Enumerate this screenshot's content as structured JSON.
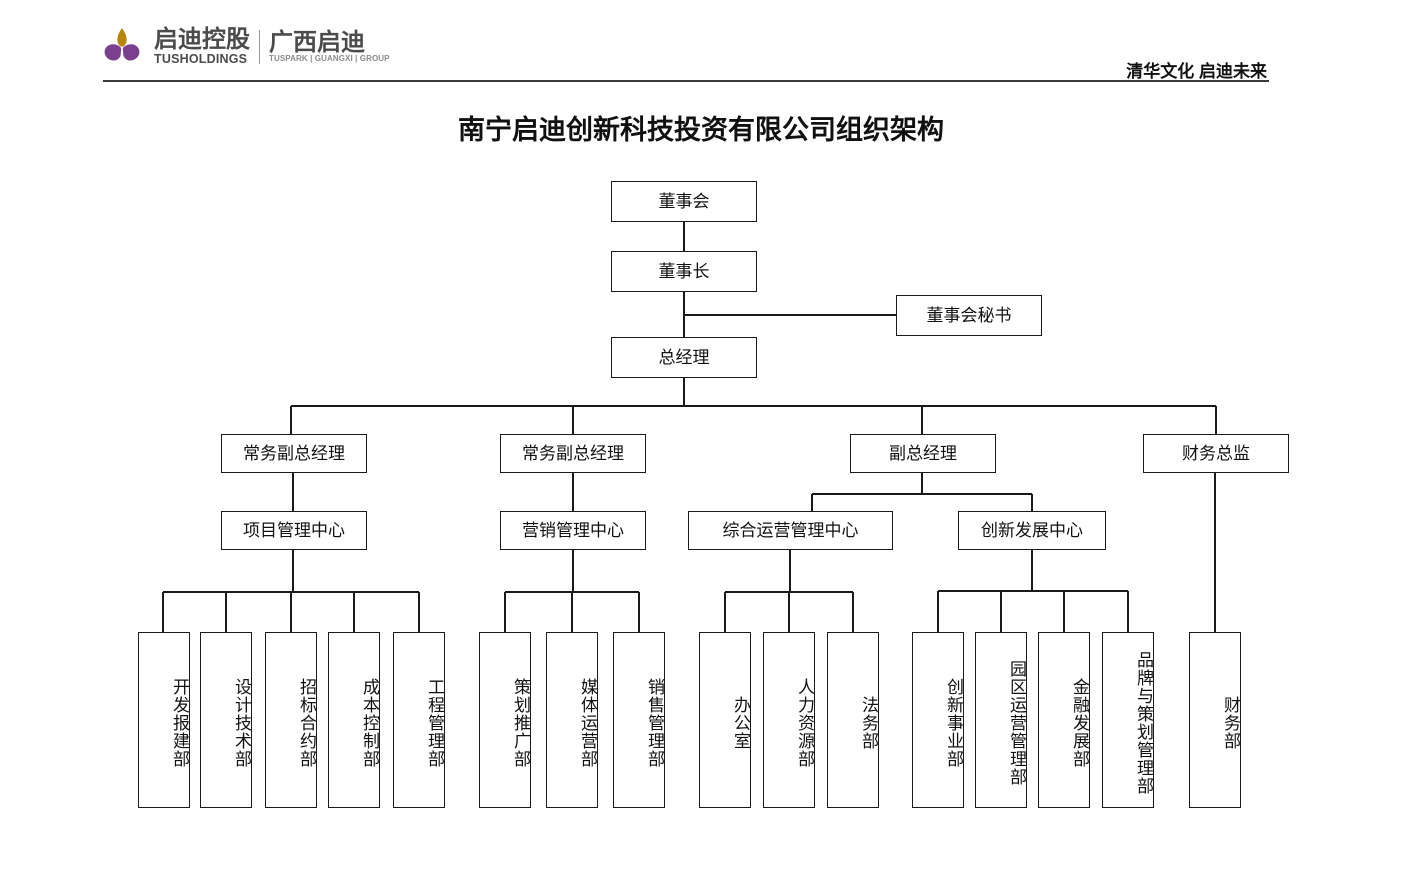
{
  "header": {
    "logo": {
      "mark_icon": "tusholdings-flower-logo",
      "cn_primary": "启迪控股",
      "en_primary": "TUSHOLDINGS",
      "cn_secondary": "广西启迪",
      "en_secondary": "TUSPARK | GUANGXI | GROUP",
      "colors": {
        "petal_purple": "#7b3f8f",
        "petal_gold": "#b8860b",
        "text_gray": "#4b4b4b"
      }
    },
    "slogan": "清华文化  启迪未来"
  },
  "title": "南宁启迪创新科技投资有限公司组织架构",
  "chart_data": {
    "type": "diagram",
    "title": "南宁启迪创新科技投资有限公司组织架构",
    "orientation": "top-down",
    "nodes": {
      "board": "董事会",
      "chairman": "董事长",
      "board_secretary": "董事会秘书",
      "general_manager": "总经理",
      "exec_vp_1": "常务副总经理",
      "exec_vp_2": "常务副总经理",
      "vice_gm": "副总经理",
      "cfo": "财务总监",
      "center_project": "项目管理中心",
      "center_marketing": "营销管理中心",
      "center_operations": "综合运营管理中心",
      "center_innovation": "创新发展中心",
      "dept_development": "开发报建部",
      "dept_design": "设计技术部",
      "dept_tender": "招标合约部",
      "dept_cost": "成本控制部",
      "dept_engineering": "工程管理部",
      "dept_planning_promo": "策划推广部",
      "dept_media": "媒体运营部",
      "dept_sales": "销售管理部",
      "dept_office": "办公室",
      "dept_hr": "人力资源部",
      "dept_legal": "法务部",
      "dept_innovation_biz": "创新事业部",
      "dept_park_ops": "园区运营管理部",
      "dept_finance_dev": "金融发展部",
      "dept_brand": "品牌与策划管理部",
      "dept_finance": "财务部"
    },
    "edges": [
      [
        "board",
        "chairman"
      ],
      [
        "chairman",
        "general_manager"
      ],
      [
        "chairman",
        "board_secretary"
      ],
      [
        "general_manager",
        "exec_vp_1"
      ],
      [
        "general_manager",
        "exec_vp_2"
      ],
      [
        "general_manager",
        "vice_gm"
      ],
      [
        "general_manager",
        "cfo"
      ],
      [
        "exec_vp_1",
        "center_project"
      ],
      [
        "exec_vp_2",
        "center_marketing"
      ],
      [
        "vice_gm",
        "center_operations"
      ],
      [
        "vice_gm",
        "center_innovation"
      ],
      [
        "center_project",
        "dept_development"
      ],
      [
        "center_project",
        "dept_design"
      ],
      [
        "center_project",
        "dept_tender"
      ],
      [
        "center_project",
        "dept_cost"
      ],
      [
        "center_project",
        "dept_engineering"
      ],
      [
        "center_marketing",
        "dept_planning_promo"
      ],
      [
        "center_marketing",
        "dept_media"
      ],
      [
        "center_marketing",
        "dept_sales"
      ],
      [
        "center_operations",
        "dept_office"
      ],
      [
        "center_operations",
        "dept_hr"
      ],
      [
        "center_operations",
        "dept_legal"
      ],
      [
        "center_innovation",
        "dept_innovation_biz"
      ],
      [
        "center_innovation",
        "dept_park_ops"
      ],
      [
        "center_innovation",
        "dept_finance_dev"
      ],
      [
        "center_innovation",
        "dept_brand"
      ],
      [
        "cfo",
        "dept_finance"
      ]
    ],
    "levels": [
      [
        "董事会"
      ],
      [
        "董事长",
        "董事会秘书"
      ],
      [
        "总经理"
      ],
      [
        "常务副总经理",
        "常务副总经理",
        "副总经理",
        "财务总监"
      ],
      [
        "项目管理中心",
        "营销管理中心",
        "综合运营管理中心",
        "创新发展中心"
      ],
      [
        "开发报建部",
        "设计技术部",
        "招标合约部",
        "成本控制部",
        "工程管理部",
        "策划推广部",
        "媒体运营部",
        "销售管理部",
        "办公室",
        "人力资源部",
        "法务部",
        "创新事业部",
        "园区运营管理部",
        "金融发展部",
        "品牌与策划管理部",
        "财务部"
      ]
    ],
    "line_color": "#1a1a1a",
    "box_fill": "#ffffff"
  }
}
